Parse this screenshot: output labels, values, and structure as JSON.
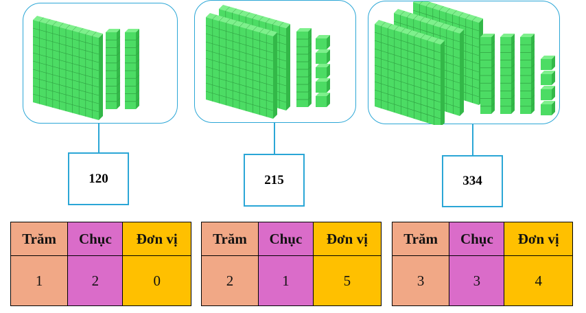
{
  "colors": {
    "panel_border": "#2aa6d6",
    "block_front": "#4cdc64",
    "block_top": "#7ef08c",
    "block_side": "#33b848",
    "block_grid": "#2e9e40",
    "hundreds_col": "#f1a886",
    "tens_col": "#da6cc9",
    "ones_col": "#ffc000"
  },
  "groups": [
    {
      "number": "120",
      "blocks": {
        "hundreds": 1,
        "tens": 2,
        "ones": 0
      },
      "table": {
        "headers": [
          "Trăm",
          "Chục",
          "Đơn vị"
        ],
        "values": [
          "1",
          "2",
          "0"
        ]
      }
    },
    {
      "number": "215",
      "blocks": {
        "hundreds": 2,
        "tens": 1,
        "ones": 5
      },
      "table": {
        "headers": [
          "Trăm",
          "Chục",
          "Đơn vị"
        ],
        "values": [
          "2",
          "1",
          "5"
        ]
      }
    },
    {
      "number": "334",
      "blocks": {
        "hundreds": 3,
        "tens": 3,
        "ones": 4
      },
      "table": {
        "headers": [
          "Trăm",
          "Chục",
          "Đơn vị"
        ],
        "values": [
          "3",
          "3",
          "4"
        ]
      }
    }
  ]
}
